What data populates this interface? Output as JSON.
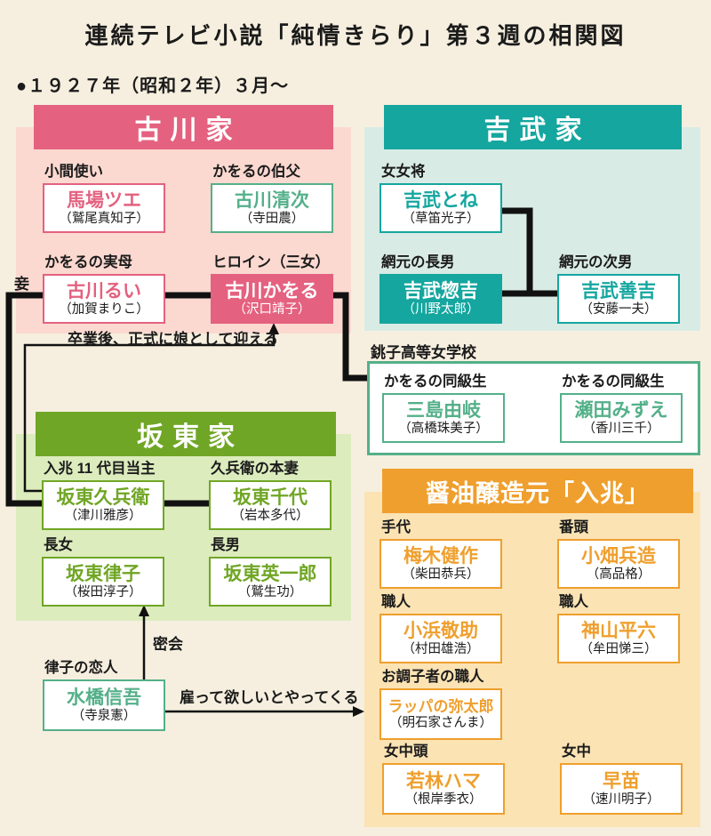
{
  "header": {
    "title": "連続テレビ小説「純情きらり」第３週の相関図",
    "subtitle": "●１９２７年（昭和２年）３月〜"
  },
  "colors": {
    "background": "#f6efdf",
    "rose": "#e4617f",
    "rose_panel": "#fbd9d0",
    "teal": "#14a69f",
    "teal_panel": "#d9ebe5",
    "lime": "#70a625",
    "lime_panel": "#dcecbd",
    "jade": "#54b089",
    "orange": "#ef9f2d",
    "orange_panel": "#fbe3b4",
    "line": "#111111"
  },
  "groups": {
    "furukawa": {
      "title": "古川家",
      "members": [
        {
          "role": "小間使い",
          "name": "馬場ツエ",
          "actor": "（鷲尾真知子）"
        },
        {
          "role": "かをるの伯父",
          "name": "古川清次",
          "actor": "（寺田農）"
        },
        {
          "role": "かをるの実母",
          "name": "古川るい",
          "actor": "（加賀まりこ）"
        },
        {
          "role": "ヒロイン（三女）",
          "name": "古川かをる",
          "actor": "（沢口靖子）"
        }
      ]
    },
    "yoshitake": {
      "title": "吉武家",
      "members": [
        {
          "role": "女女将",
          "name": "吉武とね",
          "actor": "（草笛光子）"
        },
        {
          "role": "網元の長男",
          "name": "吉武惣吉",
          "actor": "（川野太郎）"
        },
        {
          "role": "網元の次男",
          "name": "吉武善吉",
          "actor": "（安藤一夫）"
        }
      ]
    },
    "school": {
      "label": "銚子高等女学校",
      "members": [
        {
          "role": "かをるの同級生",
          "name": "三島由岐",
          "actor": "（高橋珠美子）"
        },
        {
          "role": "かをるの同級生",
          "name": "瀬田みずえ",
          "actor": "（香川三千）"
        }
      ]
    },
    "bando": {
      "title": "坂東家",
      "members": [
        {
          "role": "入兆 11 代目当主",
          "name": "坂東久兵衛",
          "actor": "（津川雅彦）"
        },
        {
          "role": "久兵衛の本妻",
          "name": "坂東千代",
          "actor": "（岩本多代）"
        },
        {
          "role": "長女",
          "name": "坂東律子",
          "actor": "（桜田淳子）"
        },
        {
          "role": "長男",
          "name": "坂東英一郎",
          "actor": "（鷲生功）"
        }
      ]
    },
    "iricho": {
      "title": "醤油醸造元「入兆」",
      "members": [
        {
          "role": "手代",
          "name": "梅木健作",
          "actor": "（柴田恭兵）"
        },
        {
          "role": "番頭",
          "name": "小畑兵造",
          "actor": "（高品格）"
        },
        {
          "role": "職人",
          "name": "小浜敬助",
          "actor": "（村田雄浩）"
        },
        {
          "role": "職人",
          "name": "神山平六",
          "actor": "（牟田悌三）"
        },
        {
          "role": "お調子者の職人",
          "name": "ラッパの弥太郎",
          "actor": "（明石家さんま）"
        },
        {
          "role": "女中頭",
          "name": "若林ハマ",
          "actor": "（根岸季衣）"
        },
        {
          "role": "女中",
          "name": "早苗",
          "actor": "（速川明子）"
        }
      ]
    },
    "outsider": {
      "role": "律子の恋人",
      "name": "水橋信吾",
      "actor": "（寺泉憲）"
    }
  },
  "relations": {
    "mistress": "妾",
    "adopt": "卒業後、正式に娘として迎える",
    "secret_meeting": "密会",
    "hire": "雇って欲しいとやってくる"
  }
}
